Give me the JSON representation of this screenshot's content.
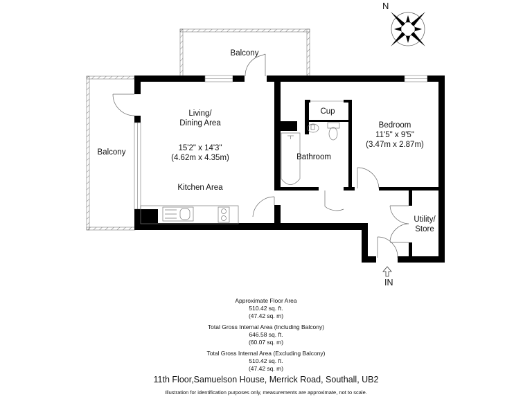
{
  "compass": {
    "north_label": "N"
  },
  "rooms": {
    "balcony_top": {
      "name": "Balcony"
    },
    "balcony_left": {
      "name": "Balcony"
    },
    "living": {
      "name_line1": "Living/",
      "name_line2": "Dining Area",
      "dim_imperial": "15'2\" x 14'3\"",
      "dim_metric": "(4.62m x 4.35m)"
    },
    "kitchen": {
      "name": "Kitchen Area"
    },
    "cupboard": {
      "name": "Cup"
    },
    "bathroom": {
      "name": "Bathroom"
    },
    "bedroom": {
      "name": "Bedroom",
      "dim_imperial": "11'5\" x 9'5\"",
      "dim_metric": "(3.47m x 2.87m)"
    },
    "utility": {
      "name_line1": "Utility/",
      "name_line2": "Store"
    }
  },
  "entrance": {
    "label": "IN"
  },
  "areas": {
    "approx_floor": {
      "title": "Approximate Floor Area",
      "sqft": "510.42 sq. ft.",
      "sqm": "(47.42 sq. m)"
    },
    "gia_incl_balcony": {
      "title": "Total Gross Internal Area (Including Balcony)",
      "sqft": "646.58 sq. ft.",
      "sqm": "(60.07 sq. m)"
    },
    "gia_excl_balcony": {
      "title": "Total Gross Internal Area (Excluding Balcony)",
      "sqft": "510.42 sq. ft.",
      "sqm": "(47.42 sq. m)"
    }
  },
  "address": "11th Floor,Samuelson House, Merrick Road, Southall, UB2",
  "disclaimer": "Illustration for identification purposes only, measurements are approximate, not to scale."
}
